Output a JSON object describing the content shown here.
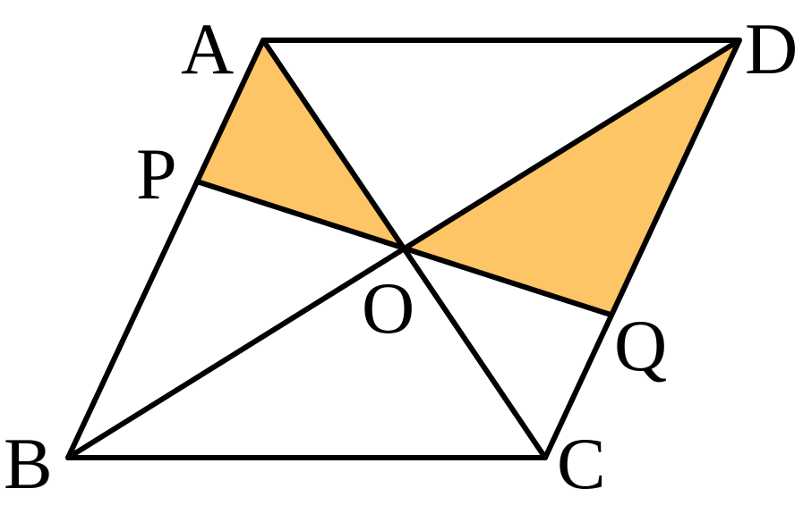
{
  "diagram": {
    "labels": {
      "A": "A",
      "B": "B",
      "C": "C",
      "D": "D",
      "P": "P",
      "Q": "Q",
      "O": "O"
    },
    "shaded_regions": [
      {
        "vertices": [
          "A",
          "P",
          "O"
        ]
      },
      {
        "vertices": [
          "D",
          "O",
          "Q"
        ]
      }
    ],
    "segments": [
      [
        "A",
        "D"
      ],
      [
        "B",
        "C"
      ],
      [
        "A",
        "B"
      ],
      [
        "D",
        "C"
      ],
      [
        "A",
        "C"
      ],
      [
        "B",
        "D"
      ],
      [
        "P",
        "Q"
      ]
    ],
    "colors": {
      "shade": "#fdc566",
      "line": "#000000",
      "background": "#ffffff"
    }
  }
}
